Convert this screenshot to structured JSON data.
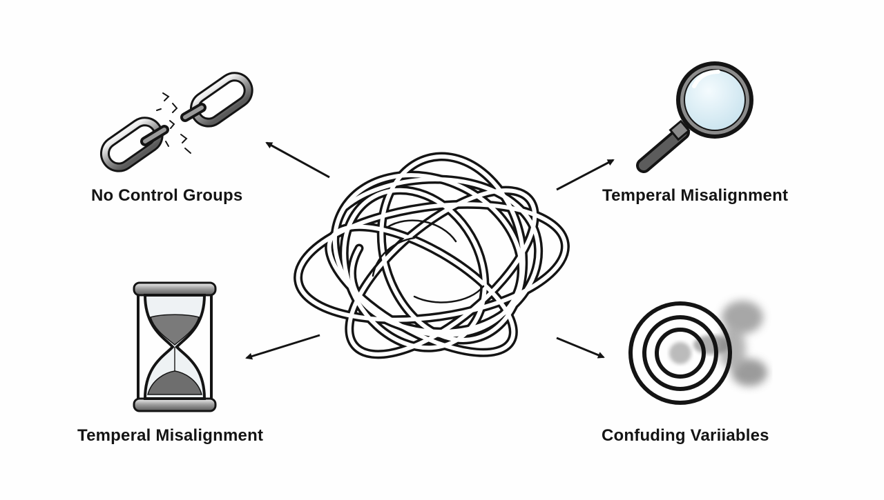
{
  "labels": {
    "top_left": "No Control Groups",
    "top_right": "Temperal Misalignment",
    "bottom_left": "Temperal Misalignment",
    "bottom_right": "Confuding Variiables"
  },
  "icons": {
    "center": "tangled-knot-icon",
    "top_left": "broken-chain-icon",
    "top_right": "magnifying-glass-icon",
    "bottom_left": "hourglass-icon",
    "bottom_right": "blurred-target-icon"
  },
  "colors": {
    "ink": "#141414",
    "background": "#fefefe",
    "lens": "#dff0f6"
  }
}
